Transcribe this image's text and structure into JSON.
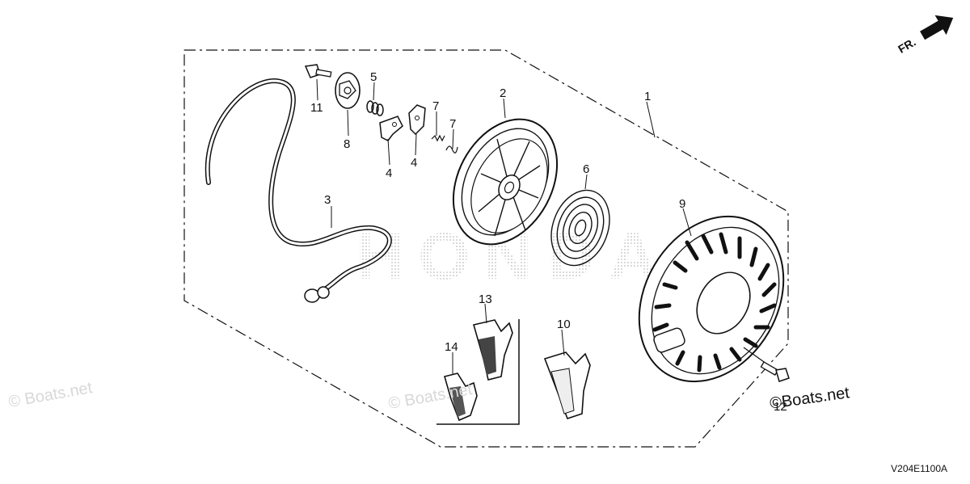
{
  "diagram": {
    "code": "V204E1100A",
    "direction_label": "FR.",
    "brand_text": "©Boats.net",
    "watermark_text": "© Boats.net",
    "background_mark_text": "HONDA",
    "callouts": [
      "1",
      "2",
      "3",
      "4",
      "4",
      "5",
      "6",
      "7",
      "7",
      "8",
      "9",
      "10",
      "11",
      "12",
      "13",
      "14"
    ]
  },
  "colors": {
    "line": "#111111",
    "watermark": "#d8d8d8",
    "dotfill": "#bdbdbd"
  }
}
